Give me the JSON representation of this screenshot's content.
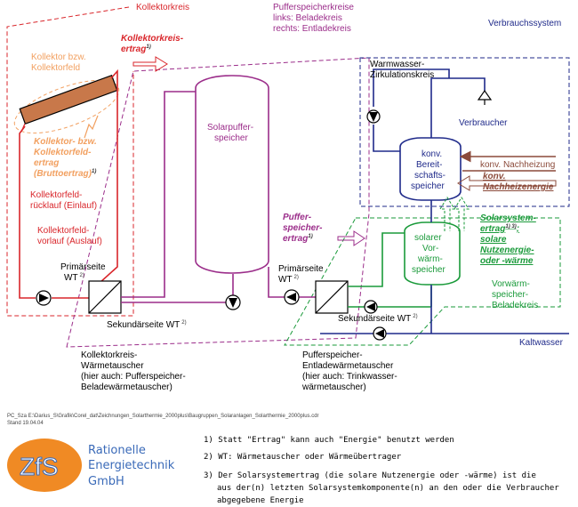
{
  "labels": {
    "kollektorkreis": "Kollektorkreis",
    "kollektorkreis_ertrag_1": "Kollektorkreis-",
    "kollektorkreis_ertrag_2": "ertrag",
    "pufferkreis_1": "Pufferspeicherkreise",
    "pufferkreis_2": "links:   Beladekreis",
    "pufferkreis_3": "rechts: Entladekreis",
    "verbrauchssystem": "Verbrauchssystem",
    "kollektorfeld_1": "Kollektor bzw.",
    "kollektorfeld_2": "Kollektorfeld",
    "kfeld_ertrag_1": "Kollektor- bzw.",
    "kfeld_ertrag_2": "Kollektorfeld-",
    "kfeld_ertrag_3": "ertrag",
    "kfeld_ertrag_4": "(Bruttoertrag)",
    "ruecklauf_1": "Kollektorfeld-",
    "ruecklauf_2": "rücklauf (Einlauf)",
    "vorlauf_1": "Kollektorfeld-",
    "vorlauf_2": "vorlauf (Auslauf)",
    "solarpuffer_1": "Solarpuffer-",
    "solarpuffer_2": "speicher",
    "ww_zirk_1": "Warmwasser-",
    "ww_zirk_2": "Zirkulationskreis",
    "verbraucher": "Verbraucher",
    "bereit_1": "konv.",
    "bereit_2": "Bereit-",
    "bereit_3": "schafts-",
    "bereit_4": "speicher",
    "nachheizung": "konv. Nachheizung",
    "nachheizenergie_1": "konv.",
    "nachheizenergie_2": "Nachheizenergie",
    "pufferertrag_1": "Puffer-",
    "pufferertrag_2": "speicher-",
    "pufferertrag_3": "ertrag",
    "solarsys_1": "Solarsystem-",
    "solarsys_2": "ertrag",
    "solarsys_3": "solare",
    "solarsys_4": "Nutzenergie-",
    "solarsys_5": "oder -wärme",
    "vorwaerm_1": "solarer",
    "vorwaerm_2": "Vor-",
    "vorwaerm_3": "wärm-",
    "vorwaerm_4": "speicher",
    "vorwaerm_kreis_1": "Vorwärm-",
    "vorwaerm_kreis_2": "speicher-",
    "vorwaerm_kreis_3": "Beladekreis",
    "primaer_l_1": "Primärseite",
    "primaer_l_2": "WT",
    "primaer_r_1": "Primärseite",
    "primaer_r_2": "WT",
    "sekundaer_l": "Sekundärseite WT",
    "sekundaer_r": "Sekundärseite WT",
    "kaltwasser": "Kaltwasser",
    "kwt_1": "Kollektorkreis-",
    "kwt_2": "Wärmetauscher",
    "kwt_3": "(hier auch: Pufferspeicher-",
    "kwt_4": "Beladewärmetauscher)",
    "ewt_1": "Pufferspeicher-",
    "ewt_2": "Entladewärmetauscher",
    "ewt_3": "(hier auch: Trinkwasser-",
    "ewt_4": "wärmetauscher)",
    "sup1": "1)",
    "sup2": "2)",
    "sup13": "1) 3)",
    "sup13b": ";"
  },
  "path_line": "PC_Sza E:\\Darius_S\\Grafik\\Corel_dat\\Zeichnungen_Solarthermie_2000plus\\Baugruppen_Solaranlagen_Solarthermie_2000plus.cdr",
  "stand": "Stand 19.04.04",
  "logo": {
    "abbr": "ZfS",
    "line1": "Rationelle",
    "line2": "Energietechnik",
    "line3": "GmbH"
  },
  "footnotes": {
    "n1": "1) Statt \"Ertrag\" kann auch \"Energie\" benutzt werden",
    "n2": "2) WT: Wärmetauscher oder Wärmeübertrager",
    "n3a": "3) Der Solarsystemertrag (die solare Nutzenergie oder -wärme) ist die",
    "n3b": "aus der(n) letzten Solarsystemkomponente(n) an den oder die Verbraucher",
    "n3c": "abgegebene Energie"
  },
  "colors": {
    "collector_circuit": "#d9262b",
    "collector_field": "#f2a060",
    "buffer_circuit": "#9b2d8a",
    "consumer_system": "#1f2a8a",
    "reheating": "#8b4a3a",
    "preheat_circuit": "#1a9a3a"
  }
}
